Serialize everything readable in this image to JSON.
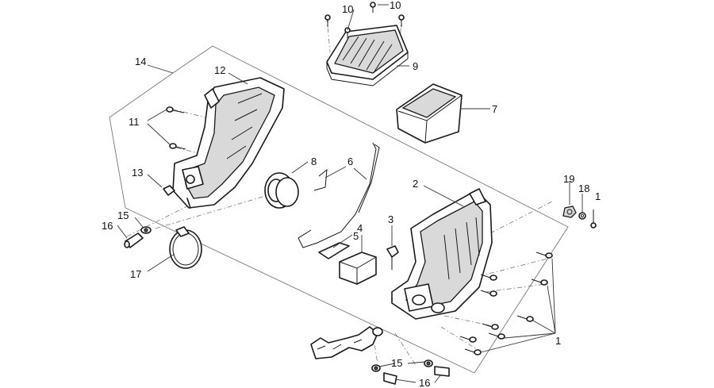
{
  "callouts": [
    {
      "id": "c10a",
      "text": "10"
    },
    {
      "id": "c10b",
      "text": "10"
    },
    {
      "id": "c9",
      "text": "9"
    },
    {
      "id": "c7",
      "text": "7"
    },
    {
      "id": "c14",
      "text": "14"
    },
    {
      "id": "c12",
      "text": "12"
    },
    {
      "id": "c11",
      "text": "11"
    },
    {
      "id": "c8",
      "text": "8"
    },
    {
      "id": "c6",
      "text": "6"
    },
    {
      "id": "c13",
      "text": "13"
    },
    {
      "id": "c2",
      "text": "2"
    },
    {
      "id": "c19",
      "text": "19"
    },
    {
      "id": "c18",
      "text": "18"
    },
    {
      "id": "c1a",
      "text": "1"
    },
    {
      "id": "c15a",
      "text": "15"
    },
    {
      "id": "c16a",
      "text": "16"
    },
    {
      "id": "c3",
      "text": "3"
    },
    {
      "id": "c4",
      "text": "4"
    },
    {
      "id": "c5",
      "text": "5"
    },
    {
      "id": "c17",
      "text": "17"
    },
    {
      "id": "c1b",
      "text": "1"
    },
    {
      "id": "c15b",
      "text": "15"
    },
    {
      "id": "c16b",
      "text": "16"
    }
  ]
}
